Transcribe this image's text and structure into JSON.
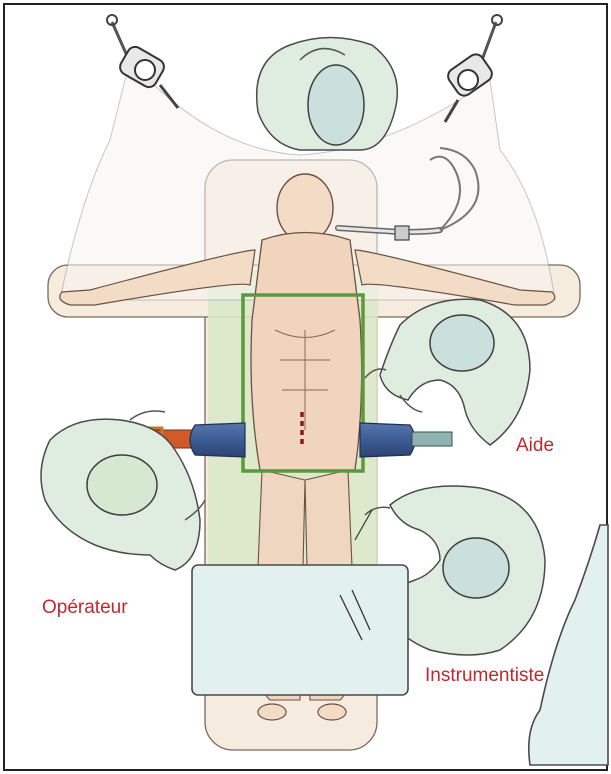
{
  "figure": {
    "labels": {
      "aide": "Aide",
      "operateur": "Opérateur",
      "instrumentiste": "Instrumentiste"
    },
    "icons": [
      "surgical-light-left-icon",
      "surgical-light-right-icon",
      "anesthetist-figure-icon",
      "patient-figure-icon",
      "endotracheal-tube-icon",
      "operating-table-icon",
      "pelvic-strap-icon",
      "aide-figure-icon",
      "operateur-figure-icon",
      "instrumentiste-figure-icon",
      "instrument-table-icon",
      "spare-table-icon"
    ],
    "colors": {
      "label_red": "#c0282d",
      "surgical_field_frame": "#5a9a3c",
      "sterile_drape": "#d9e8c8",
      "staff_gown": "#dfece0",
      "strap_blue": "#3d5c93",
      "strap_orange": "#d05a2a",
      "incision_mark": "#8b1a1a"
    }
  }
}
